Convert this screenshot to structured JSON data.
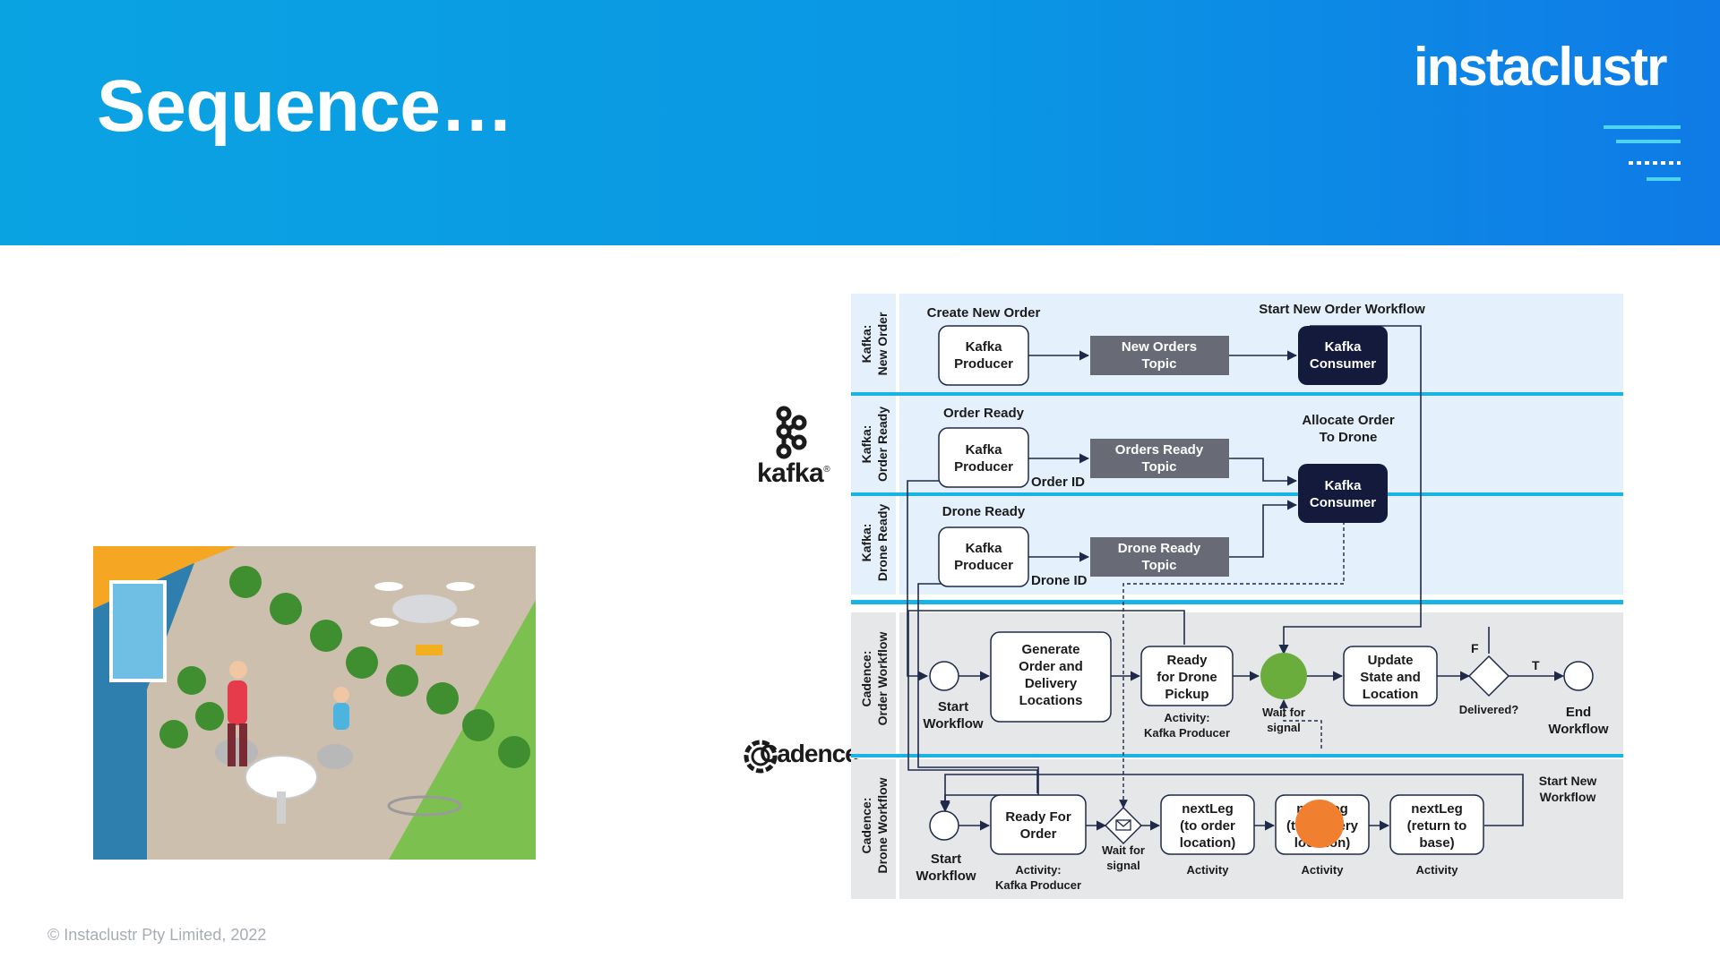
{
  "slide": {
    "title": "Sequence…",
    "brand": "instaclustr",
    "footer": "© Instaclustr Pty Limited, 2022"
  },
  "logos": {
    "kafka": "kafka",
    "cadence": "Cadence"
  },
  "lanes": {
    "new_order": [
      "Kafka:",
      "New Order"
    ],
    "order_ready": [
      "Kafka:",
      "Order Ready"
    ],
    "drone_ready": [
      "Kafka:",
      "Drone Ready"
    ],
    "order_workflow": [
      "Cadence:",
      "Order Workflow"
    ],
    "drone_workflow": [
      "Cadence:",
      "Drone Workflow"
    ]
  },
  "labels": {
    "create_new_order": "Create New Order",
    "start_new_order_workflow": "Start New Order Workflow",
    "order_ready": "Order Ready",
    "allocate_order": [
      "Allocate Order",
      "To Drone"
    ],
    "drone_ready": "Drone Ready",
    "order_id": "Order ID",
    "drone_id": "Drone ID",
    "start_new_workflow": [
      "Start New",
      "Workflow"
    ]
  },
  "nodes": {
    "producer_new_order": [
      "Kafka",
      "Producer"
    ],
    "topic_new_orders": [
      "New Orders",
      "Topic"
    ],
    "consumer_new_order": [
      "Kafka",
      "Consumer"
    ],
    "producer_order_ready": [
      "Kafka",
      "Producer"
    ],
    "topic_orders_ready": [
      "Orders Ready",
      "Topic"
    ],
    "consumer_allocate": [
      "Kafka",
      "Consumer"
    ],
    "producer_drone_ready": [
      "Kafka",
      "Producer"
    ],
    "topic_drone_ready": [
      "Drone Ready",
      "Topic"
    ],
    "order_start": [
      "Start",
      "Workflow"
    ],
    "generate_order": [
      "Generate",
      "Order and",
      "Delivery",
      "Locations"
    ],
    "ready_for_pickup": [
      "Ready",
      "for Drone",
      "Pickup"
    ],
    "ready_for_pickup_caption": [
      "Activity:",
      "Kafka Producer"
    ],
    "wait_signal_order": [
      "Wait for",
      "signal"
    ],
    "update_state": [
      "Update",
      "State and",
      "Location"
    ],
    "delivered": "Delivered?",
    "gateway_false": "F",
    "gateway_true": "T",
    "order_end": [
      "End",
      "Workflow"
    ],
    "drone_start": [
      "Start",
      "Workflow"
    ],
    "ready_for_order": [
      "Ready For",
      "Order"
    ],
    "ready_for_order_caption": [
      "Activity:",
      "Kafka Producer"
    ],
    "wait_signal_drone": [
      "Wait for",
      "signal"
    ],
    "next_leg_order": [
      "nextLeg",
      "(to order",
      "location)"
    ],
    "next_leg_order_caption": "Activity",
    "next_leg_delivery": [
      "nextLeg",
      "(to delivery",
      "location)"
    ],
    "next_leg_delivery_caption": "Activity",
    "next_leg_base": [
      "nextLeg",
      "(return to",
      "base)"
    ],
    "next_leg_base_caption": "Activity"
  },
  "colors": {
    "header": "#0a9fe2",
    "lane_kafka": "#e4f0fb",
    "lane_cadence": "#e6e7e9",
    "divider": "#19b3e6",
    "topic": "#686a75",
    "consumer": "#141a3c",
    "active_wait": "#6aad3d",
    "token": "#f08030"
  },
  "icons": [
    "kafka-logo-icon",
    "cadence-logo-icon",
    "envelope-icon",
    "brand-lines-icon"
  ]
}
